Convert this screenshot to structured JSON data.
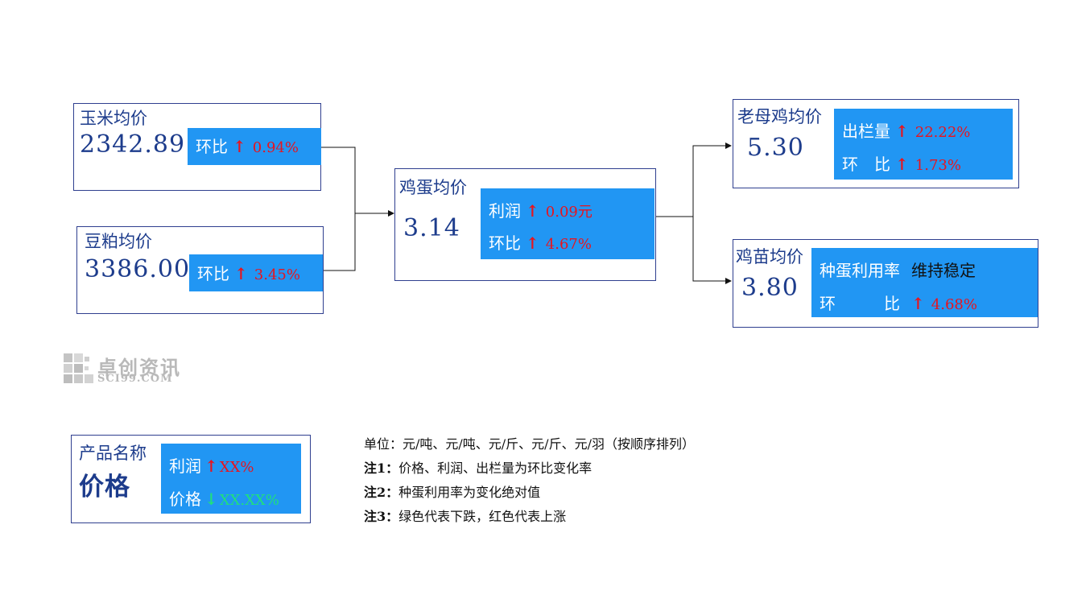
{
  "cards": {
    "corn": {
      "title": "玉米均价",
      "value": "2342.89",
      "rows": [
        {
          "label": "环比",
          "direction": "up",
          "arrow": "↑",
          "value": "0.94%"
        }
      ]
    },
    "soymeal": {
      "title": "豆粕均价",
      "value": "3386.00",
      "rows": [
        {
          "label": "环比",
          "direction": "up",
          "arrow": "↑",
          "value": "3.45%"
        }
      ]
    },
    "egg": {
      "title": "鸡蛋均价",
      "value": "3.14",
      "rows": [
        {
          "label": "利润",
          "direction": "up",
          "arrow": "↑",
          "value": "0.09元"
        },
        {
          "label": "环比",
          "direction": "up",
          "arrow": "↑",
          "value": "4.67%"
        }
      ]
    },
    "old_hen": {
      "title": "老母鸡均价",
      "value": "5.30",
      "rows": [
        {
          "label": "出栏量",
          "direction": "up",
          "arrow": "↑",
          "value": "22.22%"
        },
        {
          "label": "环　比",
          "direction": "up",
          "arrow": "↑",
          "value": "1.73%"
        }
      ]
    },
    "chick": {
      "title": "鸡苗均价",
      "value": "3.80",
      "rows": [
        {
          "label": "种蛋利用率",
          "direction": "none",
          "arrow": "",
          "value": "维持稳定"
        },
        {
          "label": "环　　　比",
          "direction": "up",
          "arrow": "↑",
          "value": "4.68%"
        }
      ]
    }
  },
  "legend": {
    "title": "产品名称",
    "value": "价格",
    "rows": [
      {
        "label": "利润",
        "direction": "up",
        "arrow": "↑",
        "value": "XX%"
      },
      {
        "label": "价格",
        "direction": "down",
        "arrow": "↓",
        "value": "XX.XX%"
      }
    ]
  },
  "logo": {
    "name": "卓创资讯",
    "sub": "SCI99.COM"
  },
  "notes": {
    "unit": "单位：元/吨、元/吨、元/斤、元/斤、元/羽（按顺序排列）",
    "note1_label": "注1：",
    "note1": "价格、利润、出栏量为环比变化率",
    "note2_label": "注2：",
    "note2": "种蛋利用率为变化绝对值",
    "note3_label": "注3：",
    "note3": "绿色代表下跌，红色代表上涨"
  },
  "colors": {
    "card_border": "#2f3f8f",
    "panel_bg": "#2196f3",
    "title_text": "#1d3c8c",
    "rise": "#e8141e",
    "fall": "#1fe07c",
    "connector": "#111111"
  }
}
